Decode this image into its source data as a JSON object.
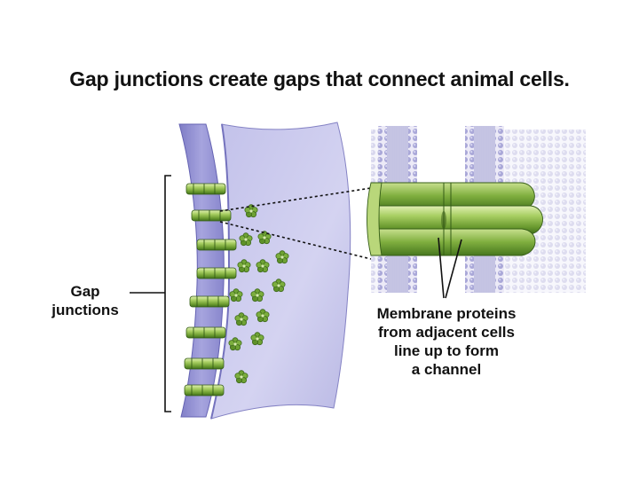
{
  "title": "Gap junctions create gaps that connect animal cells.",
  "labels": {
    "gap_junctions": [
      "Gap",
      "junctions"
    ],
    "membrane_proteins": [
      "Membrane proteins",
      "from adjacent cells",
      "line up to form",
      "a channel"
    ]
  },
  "colors": {
    "membrane": "#9c9ad6",
    "membrane_light": "#c9c8ec",
    "protein_green": "#79a83a",
    "protein_dark": "#3f6e1c",
    "protein_light": "#cfe39a",
    "text": "#111111"
  }
}
